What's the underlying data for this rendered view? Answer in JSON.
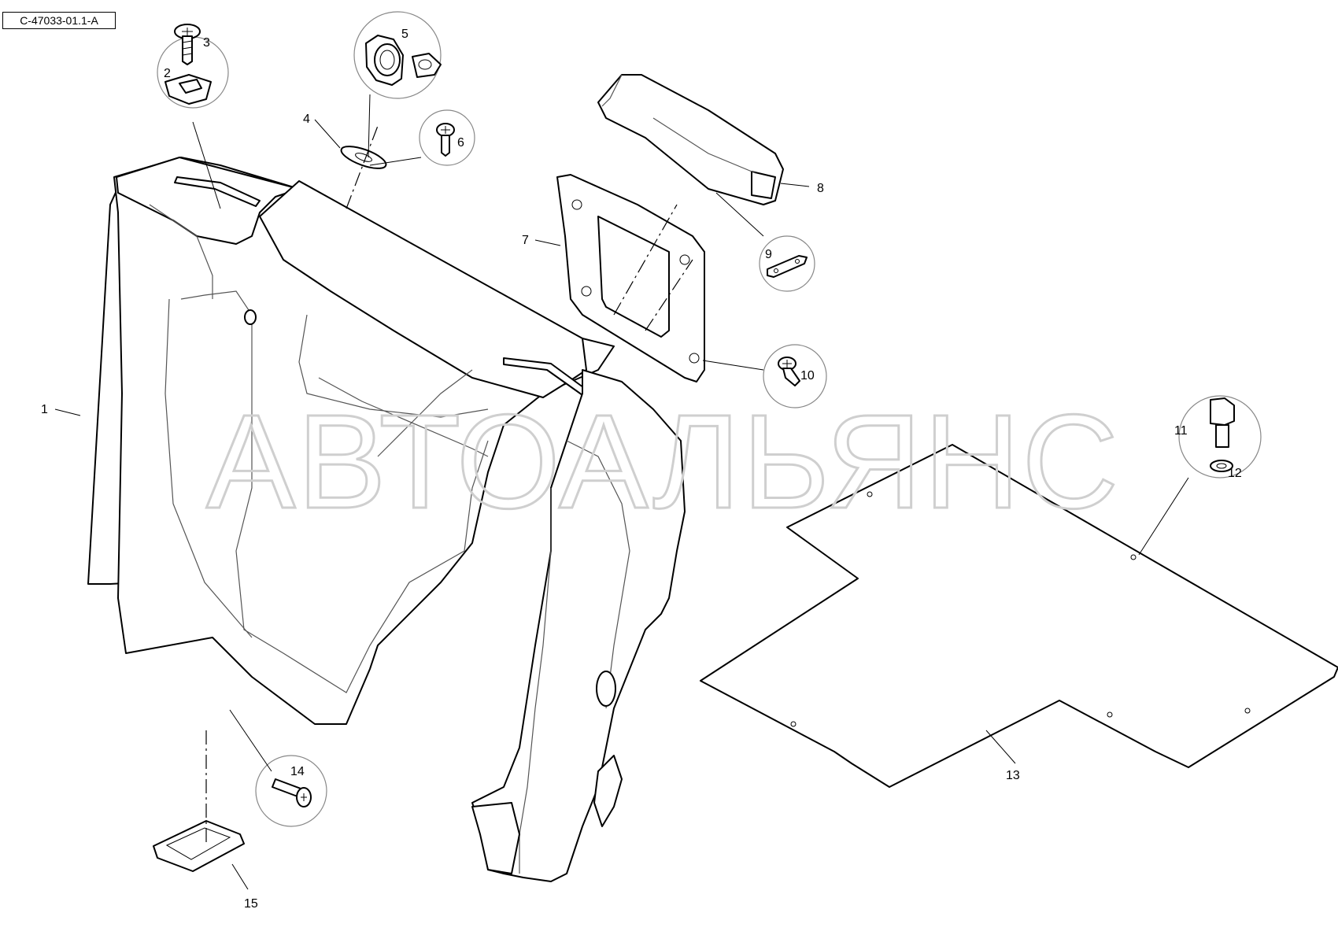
{
  "document": {
    "code": "C-47033-01.1-A",
    "watermark": "АВТОАЛЬЯНС"
  },
  "callouts": [
    "1",
    "2",
    "3",
    "4",
    "5",
    "6",
    "7",
    "8",
    "9",
    "10",
    "11",
    "12",
    "13",
    "14",
    "15"
  ]
}
